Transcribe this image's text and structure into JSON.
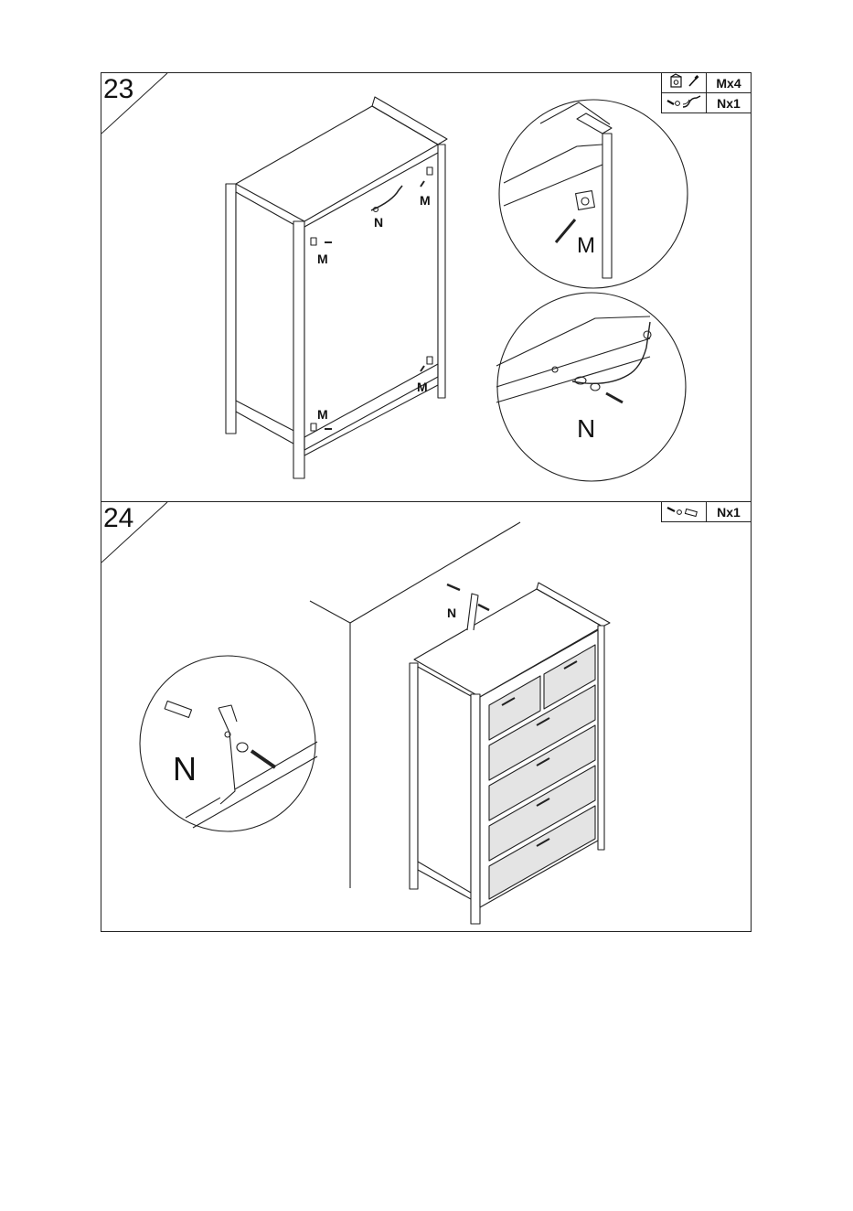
{
  "steps": [
    {
      "number": "23",
      "parts": [
        {
          "icon": "bracket-screw-icon",
          "qty": "Mx4"
        },
        {
          "icon": "screw-washer-strap-icon",
          "qty": "Nx1"
        }
      ],
      "labels": {
        "m": "M",
        "n": "N"
      }
    },
    {
      "number": "24",
      "parts": [
        {
          "icon": "plug-screw-washer-icon",
          "qty": "Nx1"
        }
      ],
      "labels": {
        "n": "N"
      }
    }
  ]
}
